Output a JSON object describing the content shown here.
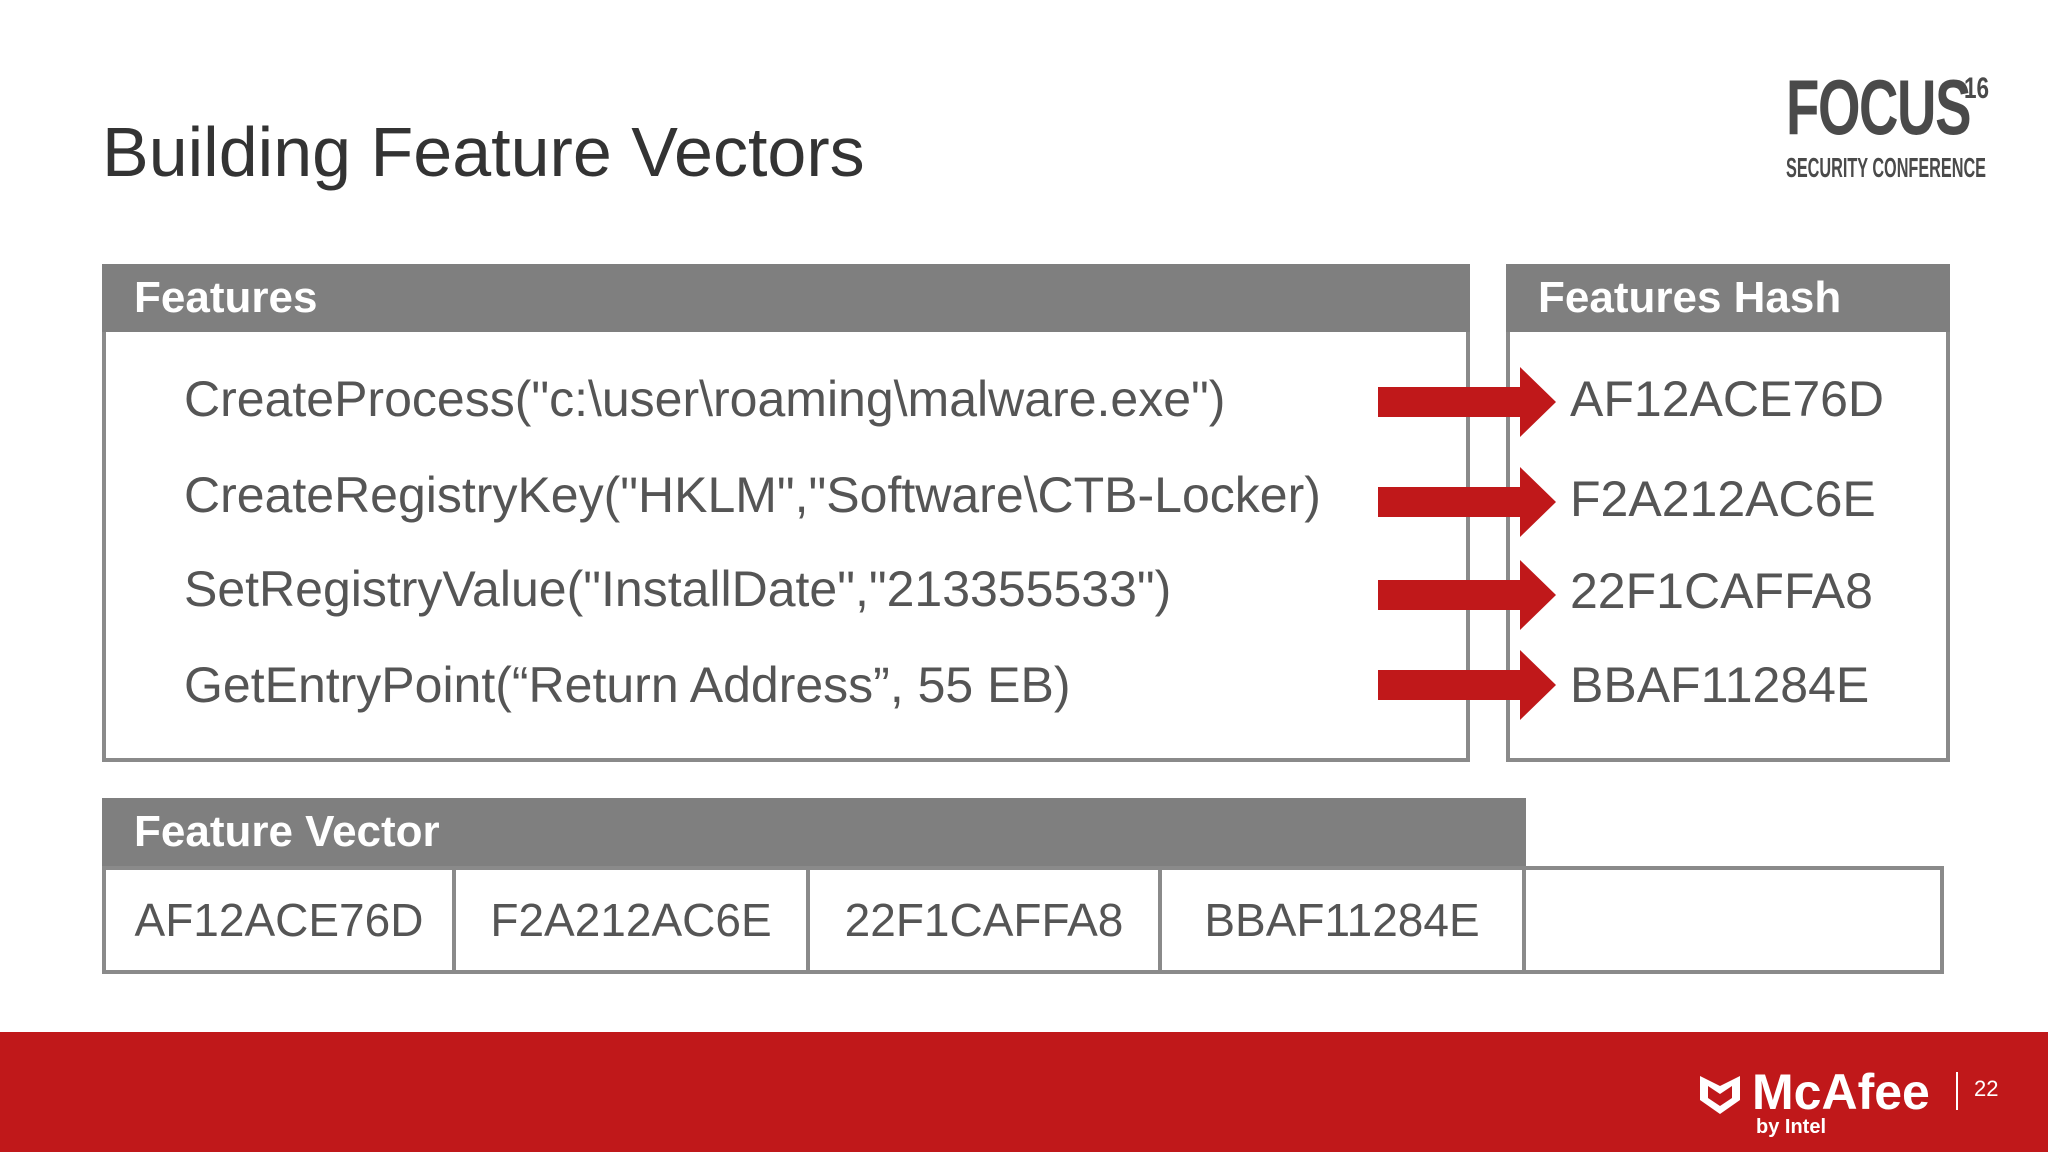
{
  "slide": {
    "title": "Building Feature Vectors",
    "page_number": "22"
  },
  "logo": {
    "word": "FOCUS",
    "year": "16",
    "tagline": "SECURITY CONFERENCE"
  },
  "features": {
    "header": "Features",
    "items": [
      "CreateProcess(\"c:\\user\\roaming\\malware.exe\")",
      "CreateRegistryKey(\"HKLM\",\"Software\\CTB-Locker)",
      "SetRegistryValue(\"InstallDate\",\"213355533\")",
      "GetEntryPoint(“Return Address”, 55 EB)"
    ]
  },
  "hashes": {
    "header": "Features Hash",
    "items": [
      "AF12ACE76D",
      "F2A212AC6E",
      "22F1CAFFA8",
      "BBAF11284E"
    ]
  },
  "vector": {
    "header": "Feature Vector",
    "cells": [
      "AF12ACE76D",
      "F2A212AC6E",
      "22F1CAFFA8",
      "BBAF11284E",
      ""
    ]
  },
  "footer": {
    "brand": "McAfee",
    "brand_sub": "by Intel"
  },
  "colors": {
    "accent": "#c0181a",
    "header_gray": "#7f7f7f",
    "text": "#555555"
  }
}
